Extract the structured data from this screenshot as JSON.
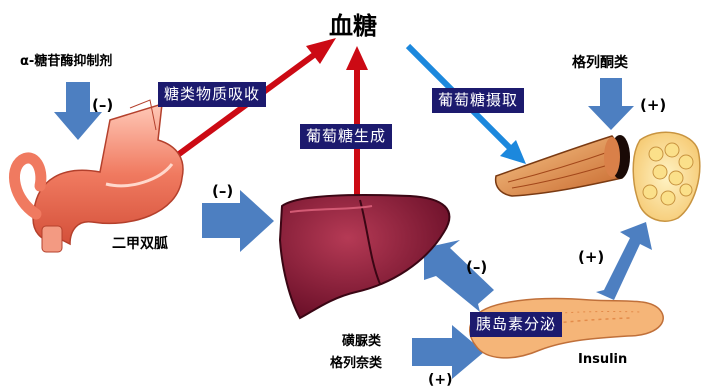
{
  "title": "血糖",
  "labels": {
    "alpha_glucosidase": "α-糖苷酶抑制剂",
    "glycogenolysis": "糖类物质吸收",
    "gluconeogenesis": "葡萄糖生成",
    "glucose_uptake": "葡萄糖摄取",
    "glitazone": "格列酮类",
    "metformin": "二甲双胍",
    "insulin_secretion": "胰岛素分泌",
    "sulfonylurea_line1": "磺脲类",
    "sulfonylurea_line2": "格列奈类",
    "insulin": "Insulin"
  },
  "signs": {
    "alpha_glucosidase": "(–)",
    "metformin": "(–)",
    "pancreas_to_liver": "(–)",
    "glitazone": "(+)",
    "pancreas_to_tissue": "(+)",
    "sulfonylurea": "(+)"
  },
  "colors": {
    "red_arrow": "#cc0a14",
    "blue_arrow": "#1c88dd",
    "block_arrow": "#4d7fc1",
    "label_box": "#1c1a6e",
    "liver": "#8a1c38",
    "stomach": "#f07a60",
    "pancreas": "#f5b578"
  }
}
